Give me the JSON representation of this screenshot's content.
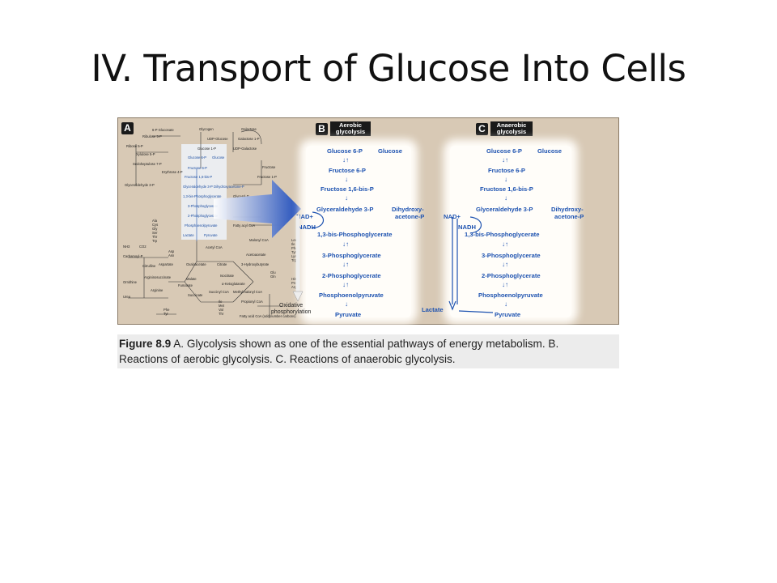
{
  "slide": {
    "title": "IV. Transport of Glucose Into Cells"
  },
  "figure": {
    "panel_a": {
      "letter": "A",
      "labels": [
        "6-P Gluconate",
        "Ribulose 5-P",
        "Ribose 5-P",
        "Xylulose 5-P",
        "Sedoheptulose 7-P",
        "Erythrose 4-P",
        "Glyceraldehyde 3-P",
        "Glycogen",
        "UDP-Glucose",
        "Glucose 1-P",
        "Galactose",
        "Galactose 1-P",
        "UDP-Galactose",
        "Glucose 6-P",
        "Glucose",
        "Fructose 6-P",
        "Fructose 1,6-bis-P",
        "Glyceraldehyde 3-P",
        "Dihydroxyacetone-P",
        "1,3-bis-Phosphoglycerate",
        "3-Phosphoglycerate",
        "2-Phosphoglycerate",
        "Phosphoenolpyruvate",
        "Lactate",
        "Pyruvate",
        "Fructose",
        "Fructose 1-P",
        "Glycerol-P",
        "Fatty acyl CoA",
        "Malonyl CoA",
        "Acetyl CoA",
        "Acetoacetate",
        "3-Hydroxybutyrate",
        "Oxaloacetate",
        "Citrate",
        "Malate",
        "Isocitrate",
        "α-Ketoglutarate",
        "Fumarate",
        "Succinate",
        "Succinyl CoA",
        "Methylmalonyl CoA",
        "Propionyl CoA",
        "Aspartate",
        "Argininosuccinate",
        "Citrulline",
        "Ornithine",
        "Arginine",
        "Urea",
        "Carbamoyl-P",
        "NH3",
        "CO2",
        "Ala",
        "Cys",
        "Gly",
        "Ser",
        "Thr",
        "Trp",
        "Leu",
        "Ile",
        "Phe",
        "Tyr",
        "Lys",
        "Trp",
        "Glu",
        "Gln",
        "His",
        "Pro",
        "Arg",
        "Ile",
        "Met",
        "Val",
        "Thr",
        "Phe",
        "Tyr",
        "Asp",
        "Asn",
        "Fatty acid CoA (odd number carbons)"
      ]
    },
    "panel_b": {
      "letter": "B",
      "subtitle": "Aerobic glycolysis",
      "steps": [
        "Glucose 6-P",
        "Glucose",
        "Fructose 6-P",
        "Fructose 1,6-bis-P",
        "Glyceraldehyde 3-P",
        "Dihydroxy-",
        "acetone-P",
        "NAD+",
        "NADH",
        "1,3-bis-Phosphoglycerate",
        "3-Phosphoglycerate",
        "2-Phosphoglycerate",
        "Phosphoenolpyruvate",
        "Pyruvate",
        "Oxidative",
        "phosphorylation"
      ]
    },
    "panel_c": {
      "letter": "C",
      "subtitle": "Anaerobic glycolysis",
      "steps": [
        "Glucose 6-P",
        "Glucose",
        "Fructose 6-P",
        "Fructose 1,6-bis-P",
        "Glyceraldehyde 3-P",
        "Dihydroxy-",
        "acetone-P",
        "NAD+",
        "NADH",
        "1,3-bis-Phosphoglycerate",
        "3-Phosphoglycerate",
        "2-Phosphoglycerate",
        "Phosphoenolpyruvate",
        "Lactate",
        "Pyruvate"
      ]
    },
    "caption": {
      "label": "Figure 8.9",
      "line1": " A. Glycolysis shown as one of the essential pathways of energy metabolism. B.",
      "line2": "Reactions of aerobic glycolysis. C. Reactions of anaerobic glycolysis."
    },
    "colors": {
      "pathway": "#1d52b0",
      "background": "#d8c9b5",
      "arrow": "#1b49b8"
    }
  }
}
